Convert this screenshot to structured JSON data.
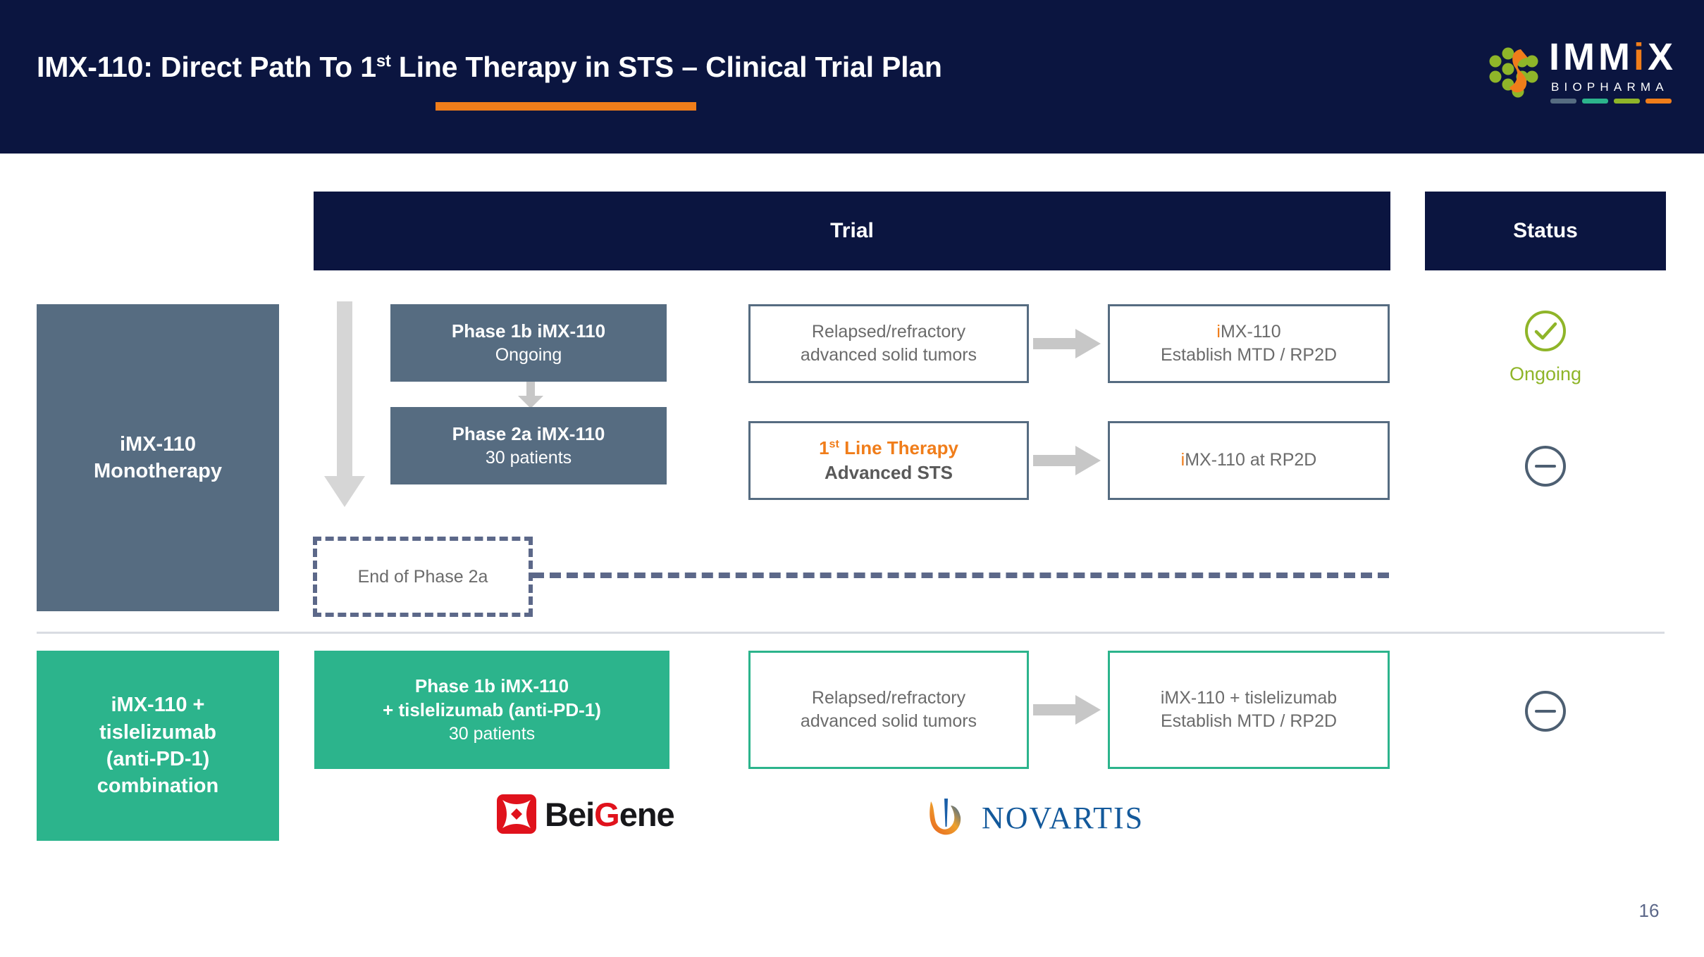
{
  "header": {
    "title_pre": "IMX-110: Direct Path To 1",
    "title_sup": "st",
    "title_post": " Line Therapy in STS – Clinical Trial Plan",
    "bg_color": "#0b1540",
    "rule_color": "#f07d1a",
    "logo": {
      "word_1": "IMM",
      "word_i": "i",
      "word_2": "X",
      "subtitle": "BIOPHARMA",
      "bar_colors": [
        "#566c81",
        "#2cb48c",
        "#8fb529",
        "#f07d1a"
      ],
      "mark_dot_color": "#8fb529",
      "mark_curve_color": "#f07d1a"
    }
  },
  "columns": {
    "trial_header": "Trial",
    "status_header": "Status"
  },
  "groups": [
    {
      "label_line1": "iMX-110",
      "label_line2": "Monotherapy",
      "color": "#566c81"
    },
    {
      "label_line1": "iMX-110 +",
      "label_line2": "tislelizumab",
      "label_line3": "(anti-PD-1)",
      "label_line4": "combination",
      "color": "#2cb48c"
    }
  ],
  "rows": [
    {
      "phase_title": "Phase 1b iMX-110",
      "phase_sub": "Ongoing",
      "population_line1": "Relapsed/refractory",
      "population_line2": "advanced solid tumors",
      "objective_i": "i",
      "objective_line1": "MX-110",
      "objective_line2": "Establish MTD / RP2D",
      "status_icon": "check-circle-icon",
      "status_label": "Ongoing",
      "status_color": "#8fb529"
    },
    {
      "phase_title": "Phase 2a iMX-110",
      "phase_sub": "30 patients",
      "population_line1_pre": "1",
      "population_line1_sup": "st",
      "population_line1_post": " Line Therapy",
      "population_line2": "Advanced STS",
      "objective_i": "i",
      "objective_line1": "MX-110 at RP2D",
      "status_icon": "minus-circle-icon",
      "status_label": "",
      "status_color": "#4d5f72"
    },
    {
      "phase_title_line1": "Phase 1b iMX-110",
      "phase_title_line2": "+ tislelizumab (anti-PD-1)",
      "phase_sub": "30 patients",
      "population_line1": "Relapsed/refractory",
      "population_line2": "advanced solid tumors",
      "objective_line1": "iMX-110 + tislelizumab",
      "objective_line2": "Establish MTD / RP2D",
      "status_icon": "minus-circle-icon",
      "status_label": "",
      "status_color": "#4d5f72"
    }
  ],
  "milestone": {
    "label": "End of Phase 2a",
    "line_color": "#5c6889"
  },
  "partners": [
    {
      "name": "BeiGene",
      "text_pre": "Bei",
      "text_g": "G",
      "text_post": "ene",
      "mark_color": "#e0121c"
    },
    {
      "name": "NOVARTIS",
      "text": "NOVARTIS",
      "text_color": "#13599b"
    }
  ],
  "page_number": "16"
}
